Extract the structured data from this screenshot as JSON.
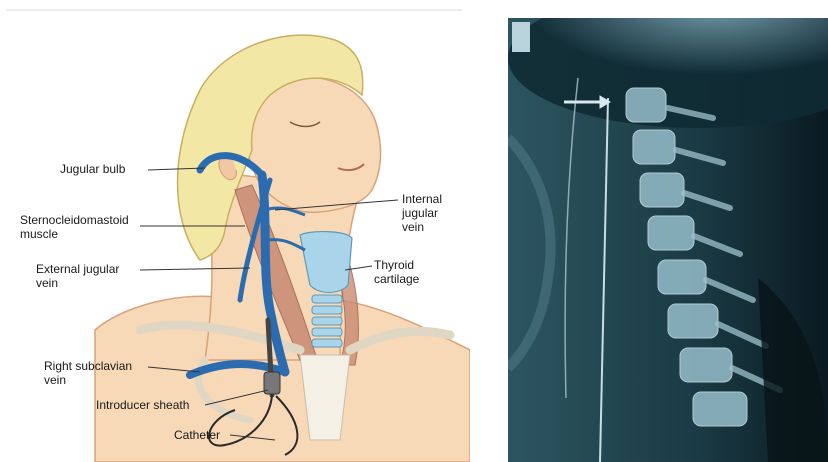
{
  "labels": {
    "jugular_bulb": "Jugular bulb",
    "sternocleidomastoid_1": "Sternocleidomastoid",
    "sternocleidomastoid_2": "muscle",
    "external_jugular_1": "External jugular",
    "external_jugular_2": "vein",
    "right_subclavian_1": "Right subclavian",
    "right_subclavian_2": "vein",
    "introducer_sheath": "Introducer sheath",
    "catheter": "Catheter",
    "internal_jugular_1": "Internal",
    "internal_jugular_2": "jugular",
    "internal_jugular_3": "vein",
    "thyroid_1": "Thyroid",
    "thyroid_2": "cartilage"
  },
  "colors": {
    "skin": "#f7d9b8",
    "skin_shadow": "#e8b98f",
    "hair": "#f3e7a6",
    "hair_stroke": "#c8b060",
    "vein": "#2b6cb0",
    "vein_dark": "#1d4e8c",
    "muscle": "#c98a72",
    "cartilage": "#a9d4ea",
    "bone": "#f5f0e6",
    "xray_bg": "#0f2a33",
    "xray_bone": "#8fb6c4"
  }
}
